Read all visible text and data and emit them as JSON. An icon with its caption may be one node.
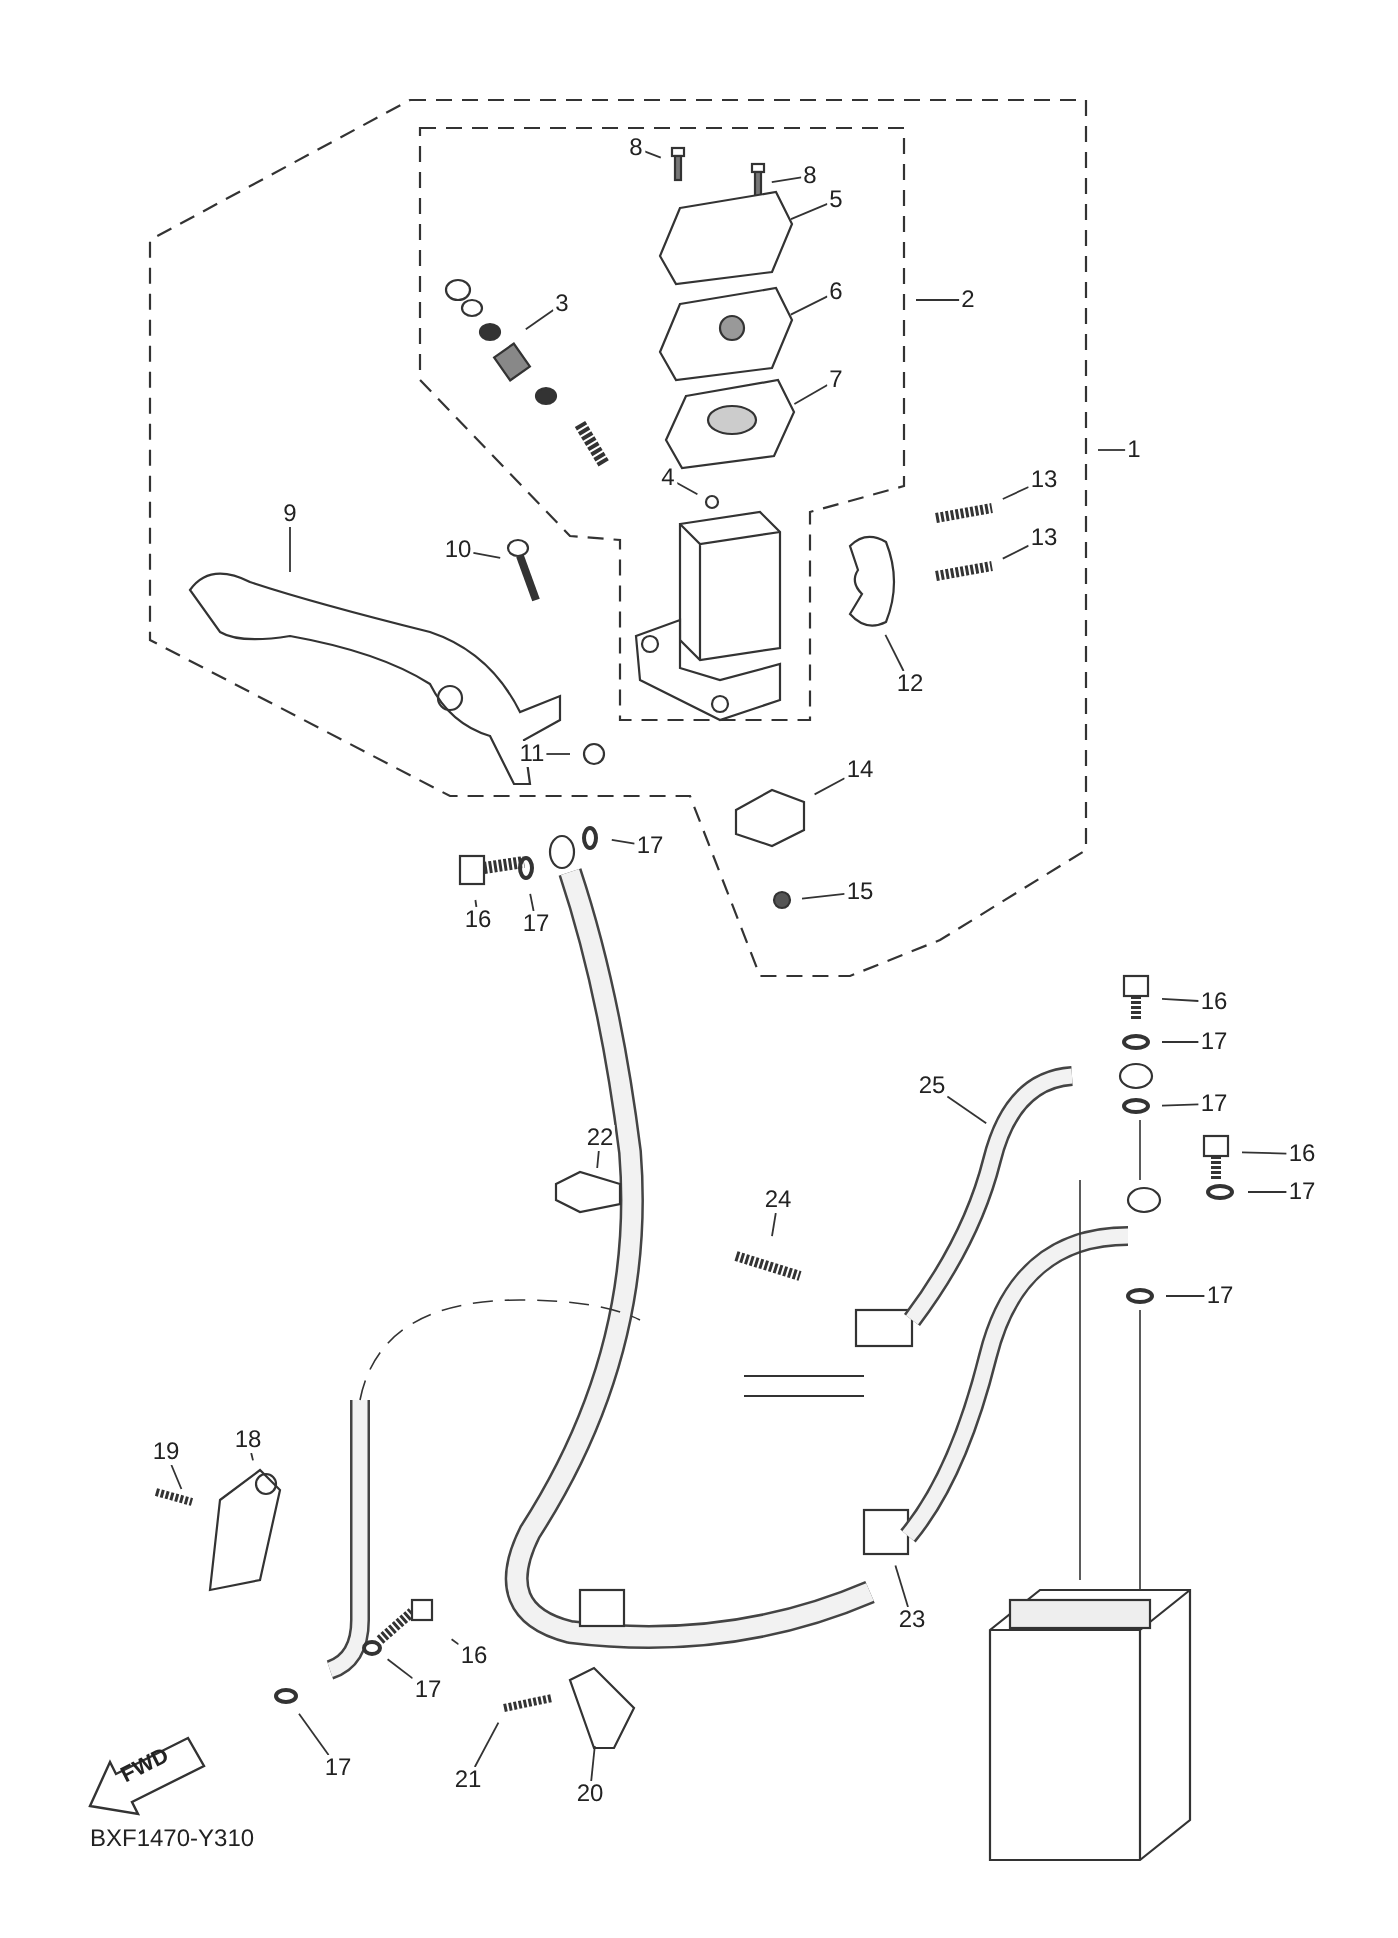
{
  "diagram": {
    "nodes": [
      {
        "text": [
          "8"
        ]
      },
      {
        "text": [
          "8"
        ]
      },
      {
        "text": [
          "5"
        ]
      },
      {
        "text": [
          "6"
        ]
      },
      {
        "text": [
          "2"
        ]
      },
      {
        "text": [
          "3"
        ]
      },
      {
        "text": [
          "7"
        ]
      },
      {
        "text": [
          "4"
        ]
      },
      {
        "text": [
          "13"
        ]
      },
      {
        "text": [
          "1"
        ]
      },
      {
        "text": [
          "9"
        ]
      },
      {
        "text": [
          "10"
        ]
      },
      {
        "text": [
          "13"
        ]
      },
      {
        "text": [
          "12"
        ]
      },
      {
        "text": [
          "11"
        ]
      },
      {
        "text": [
          "14"
        ]
      },
      {
        "text": [
          "15"
        ]
      },
      {
        "text": [
          "16"
        ]
      },
      {
        "text": [
          "17"
        ]
      },
      {
        "text": [
          "17"
        ]
      },
      {
        "text": [
          "16"
        ]
      },
      {
        "text": [
          "17"
        ]
      },
      {
        "text": [
          "25"
        ]
      },
      {
        "text": [
          "17"
        ]
      },
      {
        "text": [
          "16"
        ]
      },
      {
        "text": [
          "17"
        ]
      },
      {
        "text": [
          "22"
        ]
      },
      {
        "text": [
          "24"
        ]
      },
      {
        "text": [
          "17"
        ]
      },
      {
        "text": [
          "19"
        ]
      },
      {
        "text": [
          "18"
        ]
      },
      {
        "text": [
          "16"
        ]
      },
      {
        "text": [
          "17"
        ]
      },
      {
        "text": [
          "23"
        ]
      },
      {
        "text": [
          "17"
        ]
      },
      {
        "text": [
          "21"
        ]
      },
      {
        "text": [
          "20"
        ]
      }
    ],
    "edges": [
      {
        "from": 0,
        "to": null,
        "arrow": "none"
      },
      {
        "from": 1,
        "to": null,
        "arrow": "none"
      },
      {
        "from": 2,
        "to": null,
        "arrow": "none"
      },
      {
        "from": 3,
        "to": null,
        "arrow": "none"
      },
      {
        "from": 4,
        "to": null,
        "arrow": "none"
      },
      {
        "from": 5,
        "to": null,
        "arrow": "none"
      },
      {
        "from": 6,
        "to": null,
        "arrow": "none"
      },
      {
        "from": 7,
        "to": null,
        "arrow": "none"
      },
      {
        "from": 8,
        "to": null,
        "arrow": "none"
      },
      {
        "from": 9,
        "to": null,
        "arrow": "none"
      },
      {
        "from": 10,
        "to": null,
        "arrow": "none"
      },
      {
        "from": 11,
        "to": null,
        "arrow": "none"
      },
      {
        "from": 12,
        "to": null,
        "arrow": "none"
      },
      {
        "from": 13,
        "to": null,
        "arrow": "none"
      },
      {
        "from": 14,
        "to": null,
        "arrow": "none"
      },
      {
        "from": 15,
        "to": null,
        "arrow": "none"
      },
      {
        "from": 16,
        "to": null,
        "arrow": "none"
      },
      {
        "from": 17,
        "to": null,
        "arrow": "none"
      },
      {
        "from": 18,
        "to": null,
        "arrow": "none"
      },
      {
        "from": 19,
        "to": null,
        "arrow": "none"
      },
      {
        "from": 20,
        "to": null,
        "arrow": "none"
      },
      {
        "from": 21,
        "to": null,
        "arrow": "none"
      },
      {
        "from": 22,
        "to": null,
        "arrow": "none"
      },
      {
        "from": 23,
        "to": null,
        "arrow": "none"
      },
      {
        "from": 24,
        "to": null,
        "arrow": "none"
      },
      {
        "from": 25,
        "to": null,
        "arrow": "none"
      },
      {
        "from": 26,
        "to": null,
        "arrow": "none"
      },
      {
        "from": 27,
        "to": null,
        "arrow": "none"
      },
      {
        "from": 28,
        "to": null,
        "arrow": "none"
      },
      {
        "from": 29,
        "to": null,
        "arrow": "none"
      },
      {
        "from": 30,
        "to": null,
        "arrow": "none"
      },
      {
        "from": 31,
        "to": null,
        "arrow": "none"
      },
      {
        "from": 32,
        "to": null,
        "arrow": "none"
      },
      {
        "from": 33,
        "to": null,
        "arrow": "none"
      },
      {
        "from": 34,
        "to": null,
        "arrow": "none"
      },
      {
        "from": 35,
        "to": null,
        "arrow": "none"
      },
      {
        "from": 36,
        "to": null,
        "arrow": "none"
      }
    ],
    "labels": [
      "FWD",
      "BXF1470-Y310"
    ]
  }
}
